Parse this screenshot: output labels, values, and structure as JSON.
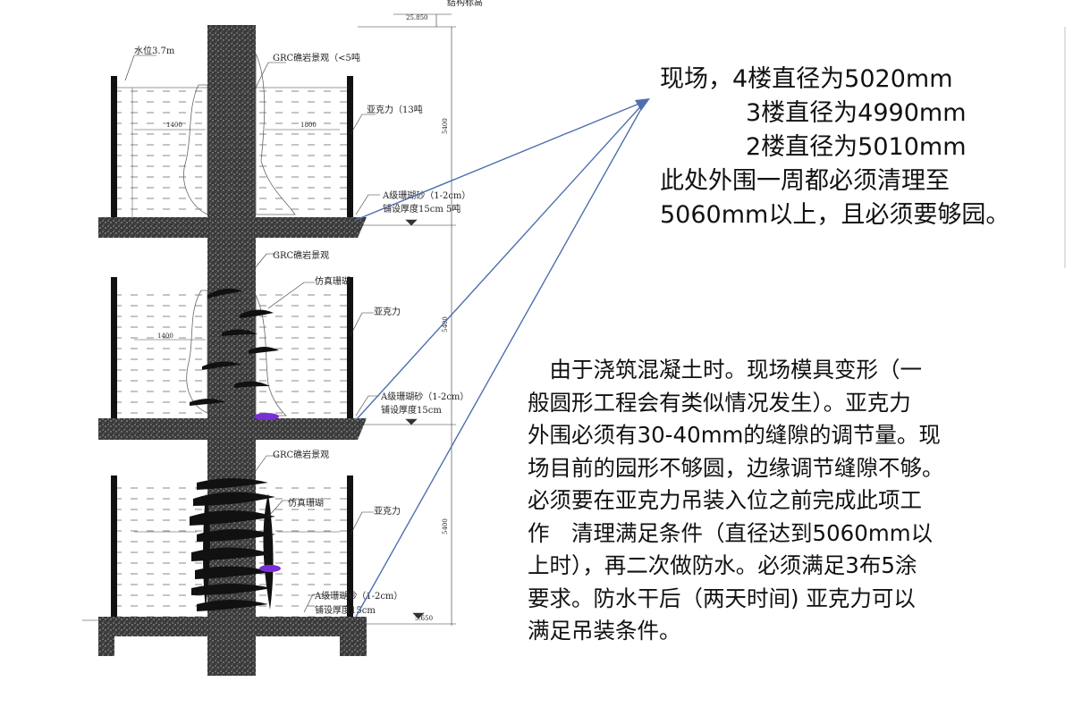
{
  "drawing": {
    "elevation_top": "25.850",
    "elevation_top_label": "结构标高",
    "elevation_bottom": "5.650",
    "dim_height": "5400",
    "tank1": {
      "water_level": "水位3.7m",
      "grc_label": "GRC礁岩景观（<5吨",
      "acrylic_label": "亚克力（13吨",
      "sand_label_1": "A级珊瑚砂（1-2cm）",
      "sand_label_2": "铺设厚度15cm 5吨",
      "dim_a": "1400",
      "dim_b": "1800"
    },
    "tank2": {
      "grc_label": "GRC礁岩景观",
      "coral_label": "仿真珊瑚",
      "acrylic_label": "亚克力",
      "sand_label_1": "A级珊瑚砂（1-2cm）",
      "sand_label_2": "铺设厚度15cm",
      "dim_a": "1400"
    },
    "tank3": {
      "grc_label": "GRC礁岩景观",
      "coral_label": "仿真珊瑚",
      "acrylic_label": "亚克力",
      "sand_label_1": "A级珊瑚砂（1-2cm）",
      "sand_label_2": "铺设厚度15cm"
    }
  },
  "notes_top": {
    "lines": [
      "现场，4楼直径为5020mm",
      "3楼直径为4990mm",
      "2楼直径为5010mm",
      "此处外围一周都必须清理至",
      "5060mm以上，且必须要够园。"
    ]
  },
  "notes_bottom": {
    "lines": [
      "　由于浇筑混凝土时。现场模具变形（一",
      "般圆形工程会有类似情况发生）。亚克力",
      "外围必须有30-40mm的缝隙的调节量。现",
      "场目前的园形不够圆，边缘调节缝隙不够。",
      "必须要在亚克力吊装入位之前完成此项工",
      "作　清理满足条件（直径达到5060mm以",
      "上时），再二次做防水。必须满足3布5涂",
      "要求。防水干后（两天时间) 亚克力可以",
      "满足吊装条件。"
    ]
  },
  "colors": {
    "arrow": "#4f6fae",
    "concrete": "#2a2a2a",
    "purple": "#7a2ed6"
  }
}
